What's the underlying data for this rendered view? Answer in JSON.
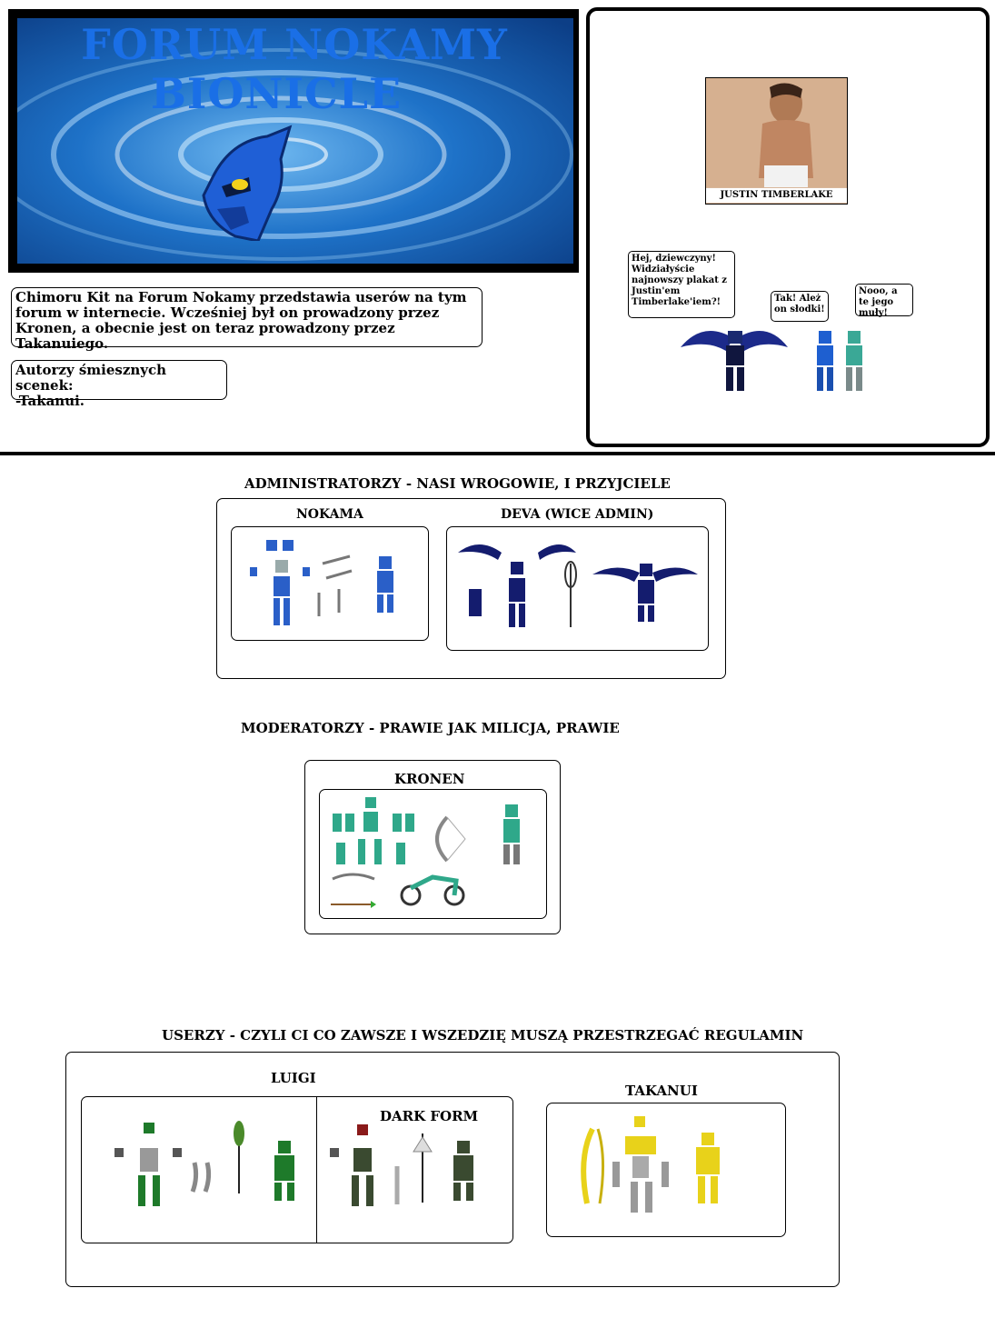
{
  "banner": {
    "title_line1": "FORUM NOKAMY",
    "title_line2": "BIONICLE"
  },
  "intro": {
    "text": "Chimoru Kit na Forum Nokamy przedstawia userów na tym forum w internecie. Wcześniej był on prowadzony przez Kronen, a obecnie jest on teraz prowadzony przez Takanuiego.",
    "authors_line1": "Autorzy śmiesznych scenek:",
    "authors_line2": "-Takanui."
  },
  "scene": {
    "poster_caption": "JUSTIN TIMBERLAKE",
    "bubble1": "Hej, dziewczyny! Widziałyście najnowszy plakat z Justin'em Timberlake'iem?!",
    "bubble2": "Tak! Ależ on słodki!",
    "bubble3": "Nooo, a te jego muły!"
  },
  "sections": {
    "admins_title": "ADMINISTRATORZY - NASI WROGOWIE, I PRZYJCIELE",
    "admin1": "NOKAMA",
    "admin2": "DEVA (WICE ADMIN)",
    "mods_title": "MODERATORZY - PRAWIE JAK MILICJA, PRAWIE",
    "mod1": "KRONEN",
    "users_title": "USERZY - CZYLI CI CO ZAWSZE I WSZEDZIĘ MUSZĄ PRZESTRZEGAĆ REGULAMIN",
    "user1": "LUIGI",
    "user1_alt": "DARK FORM",
    "user2": "TAKANUI"
  },
  "colors": {
    "banner_title": "#1a6fe6",
    "water": "#1e72c8",
    "nokama": "#2a5fc8",
    "deva": "#141c6e",
    "kronen": "#2fa88a",
    "luigi": "#1e7a2a",
    "dark": "#3a4a30",
    "takanui": "#e8d21a"
  }
}
